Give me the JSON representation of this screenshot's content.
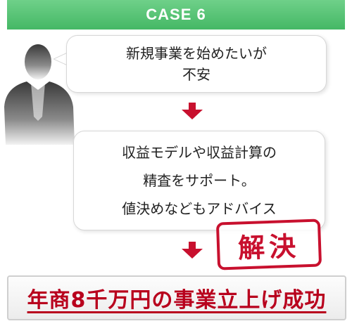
{
  "header": {
    "title": "CASE 6"
  },
  "bubble": {
    "lines": [
      "新規事業を始めたいが",
      "不安"
    ]
  },
  "solution": {
    "lines": [
      "収益モデルや収益計算の",
      "精査をサポート。",
      "値決めなどもアドバイス"
    ]
  },
  "stamp": {
    "text": "解決"
  },
  "result": {
    "text": "年商8千万円の事業立上げ成功"
  },
  "colors": {
    "header_green": "#45b865",
    "arrow_red": "#c8102e",
    "result_red": "#b8001d"
  }
}
